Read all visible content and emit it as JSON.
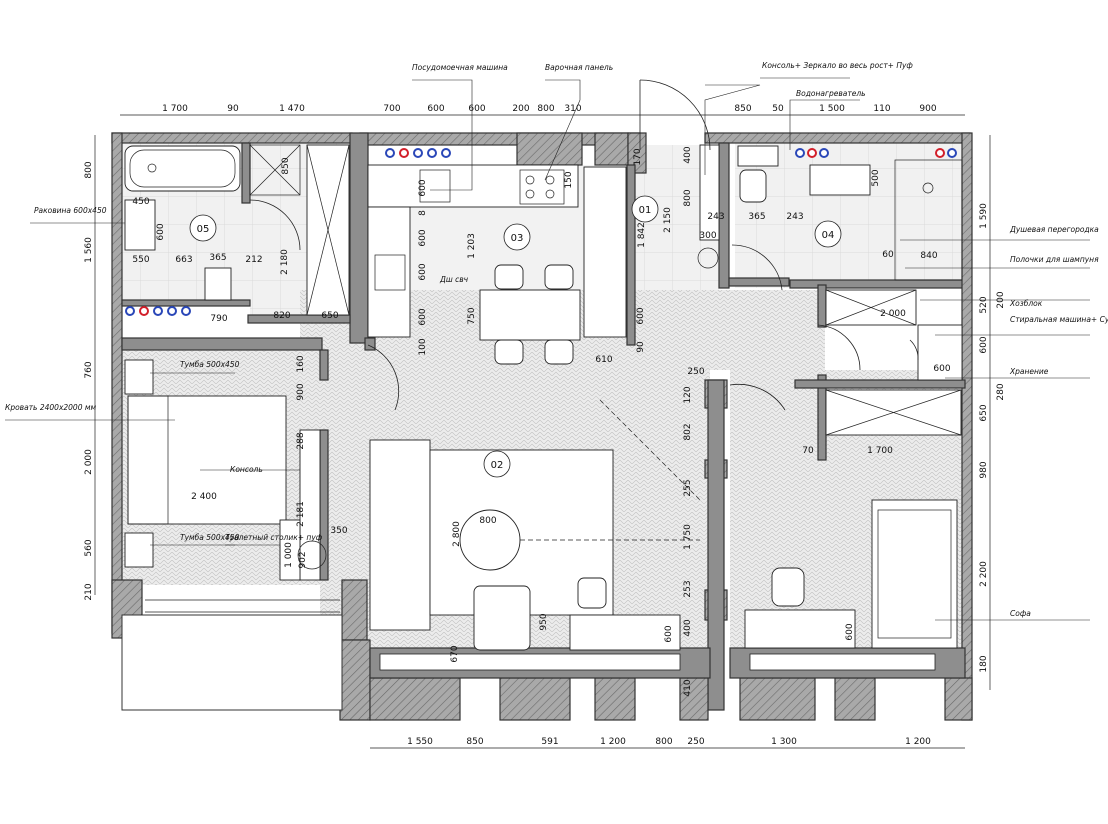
{
  "rooms": [
    {
      "num": "01"
    },
    {
      "num": "02"
    },
    {
      "num": "03"
    },
    {
      "num": "04"
    },
    {
      "num": "05"
    }
  ],
  "labels": {
    "dishwasher": "Посудомоечная машина",
    "hob": "Варочная панель",
    "console_mirror": "Консоль+ Зеркало во весь рост+ Пуф",
    "water_heater": "Водонагреватель",
    "sink_spec": "Раковина 600х450",
    "shower_partition": "Душевая перегородка",
    "shelves_shampoo": "Полочки для шампуня",
    "storage_block": "Хозблок",
    "washer_dryer": "Стиральная машина+ Сушильная машина",
    "storage": "Хранение",
    "nightstand_top": "Тумба 500х450",
    "bed": "Кровать 2400х2000 мм",
    "console": "Консоль",
    "nightstand_bottom": "Тумба 500х450",
    "vanity": "Туалетный столик+ пуф",
    "sofa": "Софа",
    "mw": "Дш свч"
  },
  "dims_top": [
    "1 700",
    "90",
    "1 470",
    "700",
    "600",
    "600",
    "200",
    "800",
    "310",
    "850",
    "50",
    "1 500",
    "110",
    "900"
  ],
  "dims_bottom": [
    "1 550",
    "850",
    "591",
    "1 200",
    "800",
    "250",
    "1 300",
    "1 200"
  ],
  "dims_left": [
    "800",
    "1 560",
    "760",
    "2 000",
    "560",
    "210"
  ],
  "dims_right": [
    "1 590",
    "200",
    "520",
    "600",
    "280",
    "650",
    "980",
    "2 200",
    "180"
  ],
  "dims_inner": {
    "d450": "450",
    "d600a": "600",
    "d550": "550",
    "d663": "663",
    "d365a": "365",
    "d212": "212",
    "d790": "790",
    "d820": "820",
    "d650a": "650",
    "d850v": "850",
    "d2180": "2 180",
    "d600k1": "600",
    "d600k2": "600",
    "d600k3": "600",
    "d600k4": "600",
    "d8": "8",
    "d100": "100",
    "d1203": "1 203",
    "d750": "750",
    "d600k5": "600",
    "d90": "90",
    "d610": "610",
    "d150": "150",
    "d170": "170",
    "d1842": "1 842",
    "d2150": "2 150",
    "d400": "400",
    "d800b": "800",
    "d243a": "243",
    "d365b": "365",
    "d243b": "243",
    "d300": "300",
    "d500": "500",
    "d60": "60",
    "d840": "840",
    "d2000": "2 000",
    "d600h": "600",
    "d1700": "1 700",
    "d70": "70",
    "d250": "250",
    "d120": "120",
    "d802": "802",
    "d255": "255",
    "d1750": "1 750",
    "d253": "253",
    "d400b": "400",
    "d670": "670",
    "d410": "410",
    "d2400": "2 400",
    "d160": "160",
    "d900": "900",
    "d288": "288",
    "d2181": "2 181",
    "d350": "350",
    "d902": "902",
    "d1000": "1 000",
    "d2800": "2 800",
    "d800c": "800",
    "d950": "950",
    "d600s": "600",
    "d600t": "600"
  }
}
